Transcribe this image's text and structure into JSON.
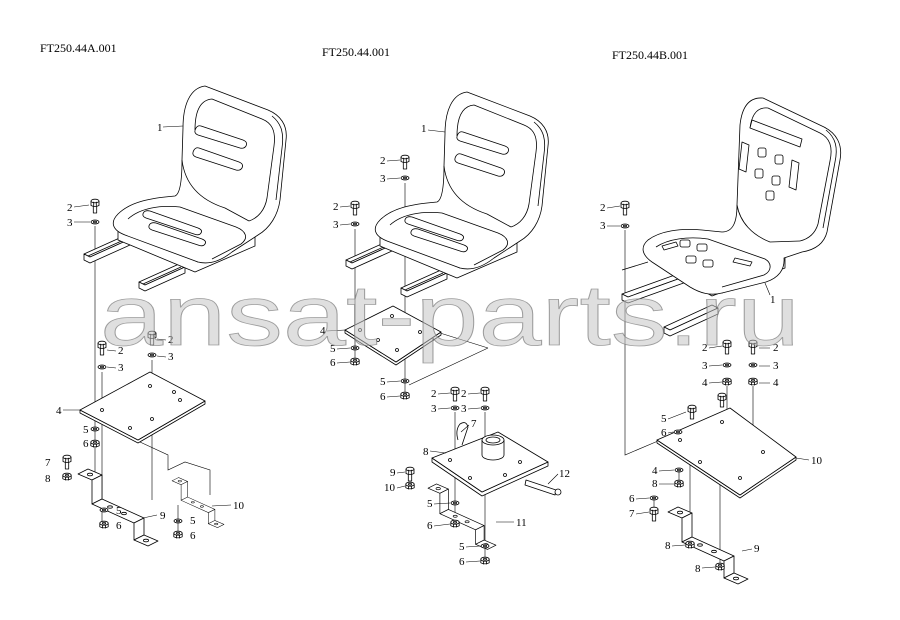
{
  "assemblies": [
    {
      "code": "FT250.44A.001",
      "callouts": [
        "1",
        "2",
        "3",
        "2",
        "3",
        "2",
        "3",
        "4",
        "5",
        "6",
        "7",
        "8",
        "5",
        "6",
        "9",
        "5",
        "6",
        "10"
      ]
    },
    {
      "code": "FT250.44.001",
      "callouts": [
        "1",
        "2",
        "3",
        "2",
        "3",
        "4",
        "5",
        "6",
        "5",
        "6",
        "2",
        "3",
        "2",
        "3",
        "7",
        "8",
        "9",
        "10",
        "12",
        "5",
        "6",
        "11",
        "5",
        "6"
      ]
    },
    {
      "code": "FT250.44B.001",
      "callouts": [
        "2",
        "3",
        "1",
        "2",
        "3",
        "4",
        "2",
        "3",
        "4",
        "5",
        "6",
        "10",
        "4",
        "8",
        "6",
        "7",
        "8",
        "9",
        "8"
      ]
    }
  ],
  "watermark": "ansat-parts.ru",
  "colors": {
    "line": "#000000",
    "watermark": "#c4c4c4",
    "background": "#ffffff"
  }
}
